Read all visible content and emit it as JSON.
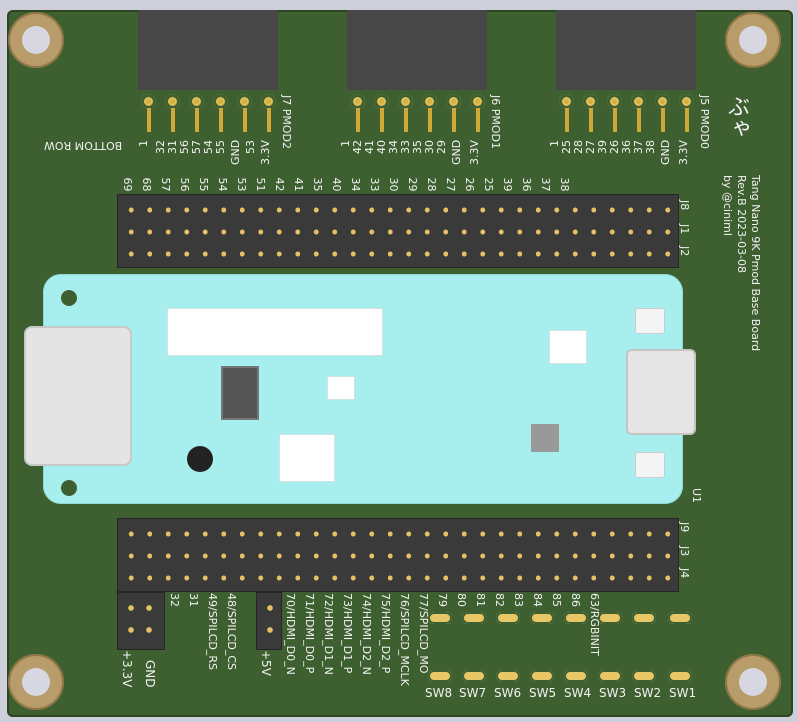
{
  "board": {
    "info_lines": [
      "Tang Nano 9K Pmod Base Board",
      "Rev.B 2023-03-08",
      "by @ciniml"
    ],
    "logo_text": "ぶゃ",
    "bottom_row": "BOTTOM ROW",
    "u1": "U1"
  },
  "pmods": [
    {
      "title": "J7 PMOD2",
      "pins": [
        "1",
        "32",
        "56",
        "54",
        "GND",
        "3.3V"
      ],
      "pins2": [
        "31",
        "57",
        "55",
        "53"
      ]
    },
    {
      "title": "J6 PMOD1",
      "pins": [
        "42",
        "40",
        "33",
        "30",
        "GND",
        "3.3V"
      ],
      "pins2": [
        "41",
        "34",
        "35",
        "29"
      ]
    },
    {
      "title": "J5 PMOD0",
      "pins": [
        "25",
        "27",
        "26",
        "36",
        "GND",
        "3.3V"
      ],
      "pins2": [
        "28",
        "39",
        "37",
        "38"
      ]
    }
  ],
  "pmod_labels": {
    "j7": [
      "1",
      "32",
      "31",
      "56",
      "57",
      "54",
      "55",
      "GND",
      "53",
      "3.3V"
    ],
    "j6": [
      "1",
      "42",
      "41",
      "40",
      "34",
      "33",
      "35",
      "30",
      "29",
      "GND",
      "3.3V"
    ],
    "j5": [
      "1",
      "25",
      "28",
      "27",
      "39",
      "26",
      "36",
      "37",
      "38",
      "GND",
      "3.3V"
    ]
  },
  "top_numbers": [
    "69",
    "68",
    "57",
    "56",
    "55",
    "54",
    "53",
    "51",
    "42",
    "41",
    "35",
    "40",
    "34",
    "33",
    "30",
    "29",
    "28",
    "27",
    "26",
    "25",
    "39",
    "36",
    "37",
    "38"
  ],
  "top_header_labels": [
    "J8",
    "J1",
    "J2"
  ],
  "bottom_header_labels": [
    "J9",
    "J3",
    "J4"
  ],
  "bottom_labels": [
    "32",
    "31",
    "49/SPILCD_RS",
    "48/SPILCD_CS",
    "",
    "70/HDMI_D0_N",
    "71/HDMI_D0_P",
    "72/HDMI_D1_N",
    "73/HDMI_D1_P",
    "74/HDMI_D2_N",
    "75/HDMI_D2_P",
    "76/SPILCD_MCLK",
    "77/SPILCD_MO",
    "79",
    "80",
    "81",
    "82",
    "83",
    "84",
    "85",
    "86",
    "63/RGBINIT"
  ],
  "power_labels": {
    "v33": "+3.3V",
    "gnd": "GND",
    "v5": "+5V"
  },
  "switches": [
    "SW8",
    "SW7",
    "SW6",
    "SW5",
    "SW4",
    "SW3",
    "SW2",
    "SW1"
  ]
}
